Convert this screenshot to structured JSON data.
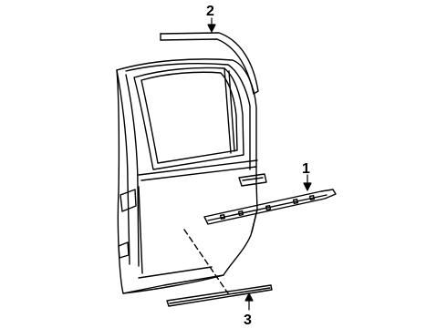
{
  "diagram": {
    "callouts": [
      {
        "id": "1",
        "label": "1",
        "part": "belt-molding"
      },
      {
        "id": "2",
        "label": "2",
        "part": "upper-frame-molding"
      },
      {
        "id": "3",
        "label": "3",
        "part": "lower-rocker-molding"
      }
    ],
    "colors": {
      "line": "#000000",
      "background": "#ffffff"
    }
  }
}
